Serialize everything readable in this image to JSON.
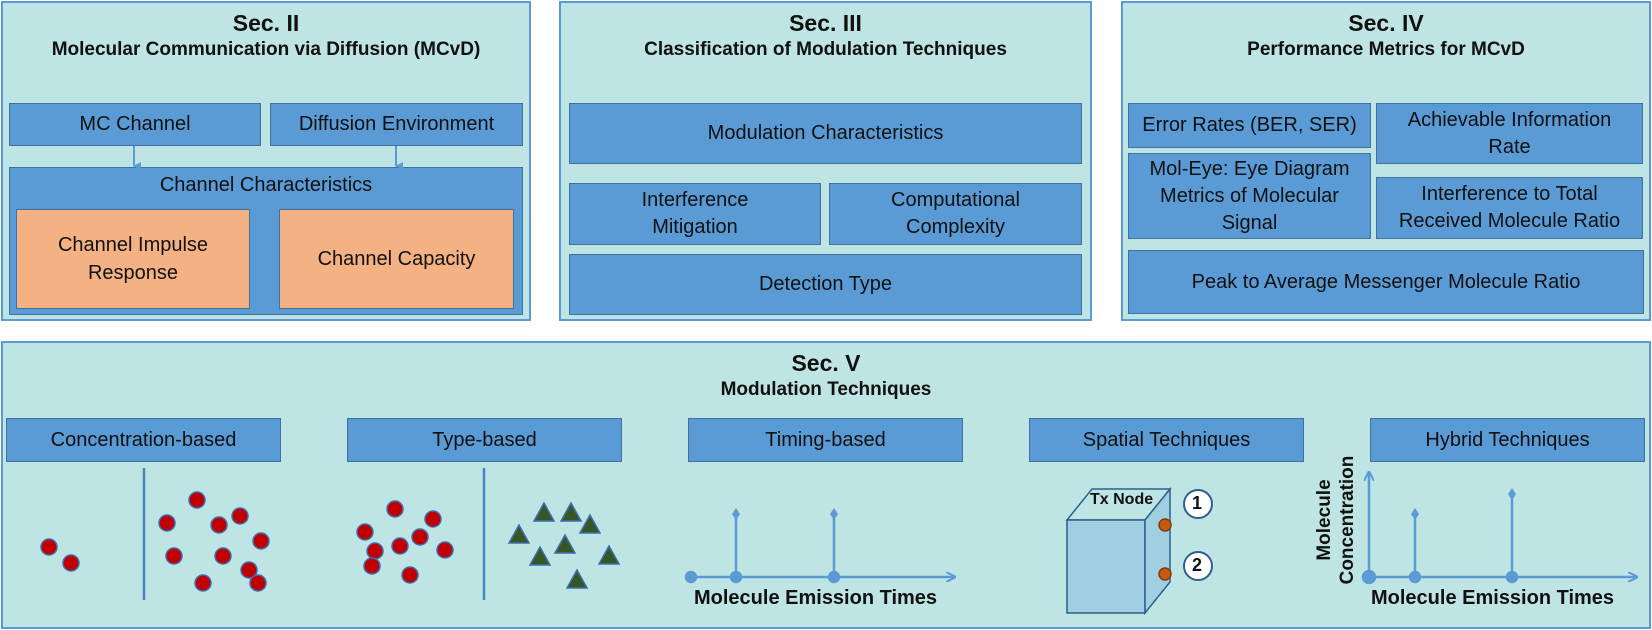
{
  "sec2": {
    "heading": "Sec. II",
    "subtitle": "Molecular Communication via Diffusion (MCvD)",
    "mc_channel": "MC Channel",
    "diffusion_env": "Diffusion Environment",
    "channel_char": "Channel Characteristics",
    "impulse_response": "Channel Impulse Response",
    "capacity": "Channel Capacity"
  },
  "sec3": {
    "heading": "Sec. III",
    "subtitle": "Classification of Modulation Techniques",
    "mod_char": "Modulation Characteristics",
    "interference_mit": "Interference Mitigation",
    "comp_complexity": "Computational Complexity",
    "detection_type": "Detection Type"
  },
  "sec4": {
    "heading": "Sec. IV",
    "subtitle": "Performance Metrics for MCvD",
    "error_rates": "Error Rates (BER, SER)",
    "achievable_rate": "Achievable Information Rate",
    "mol_eye": "Mol-Eye: Eye Diagram Metrics of Molecular Signal",
    "interference_ratio": "Interference to Total Received Molecule Ratio",
    "peak_avg": "Peak to Average Messenger Molecule Ratio"
  },
  "sec5": {
    "heading": "Sec. V",
    "subtitle": "Modulation Techniques",
    "concentration": "Concentration-based",
    "type_based": "Type-based",
    "timing": "Timing-based",
    "spatial": "Spatial Techniques",
    "hybrid": "Hybrid Techniques",
    "emission_times_1": "Molecule Emission Times",
    "emission_times_2": "Molecule Emission Times",
    "tx_node": "Tx Node",
    "node_1": "1",
    "node_2": "2",
    "y_axis_line1": "Molecule",
    "y_axis_line2": "Concentration"
  },
  "colors": {
    "panel_bg": "#bfe4e4",
    "box_blue": "#5b9bd5",
    "box_orange": "#f4b183",
    "molecule_red": "#c00000",
    "molecule_green": "#375623"
  }
}
